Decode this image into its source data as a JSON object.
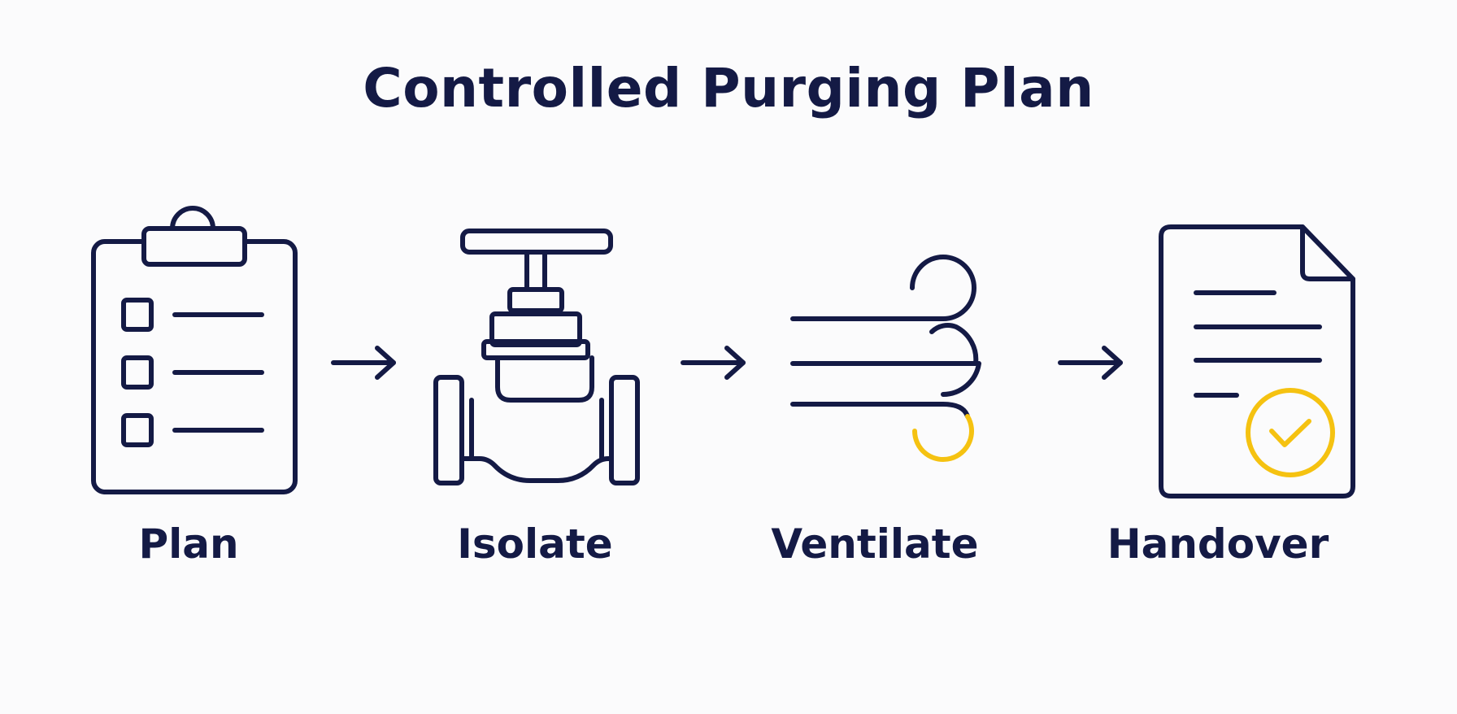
{
  "title": "Controlled Purging Plan",
  "steps": [
    {
      "label": "Plan",
      "icon": "clipboard-checklist-icon"
    },
    {
      "label": "Isolate",
      "icon": "valve-icon"
    },
    {
      "label": "Ventilate",
      "icon": "wind-icon"
    },
    {
      "label": "Handover",
      "icon": "document-check-icon"
    }
  ],
  "connector_icon": "arrow-right-icon",
  "colors": {
    "ink": "#141a45",
    "accent": "#f5c211",
    "background": "#fbfbfc"
  }
}
